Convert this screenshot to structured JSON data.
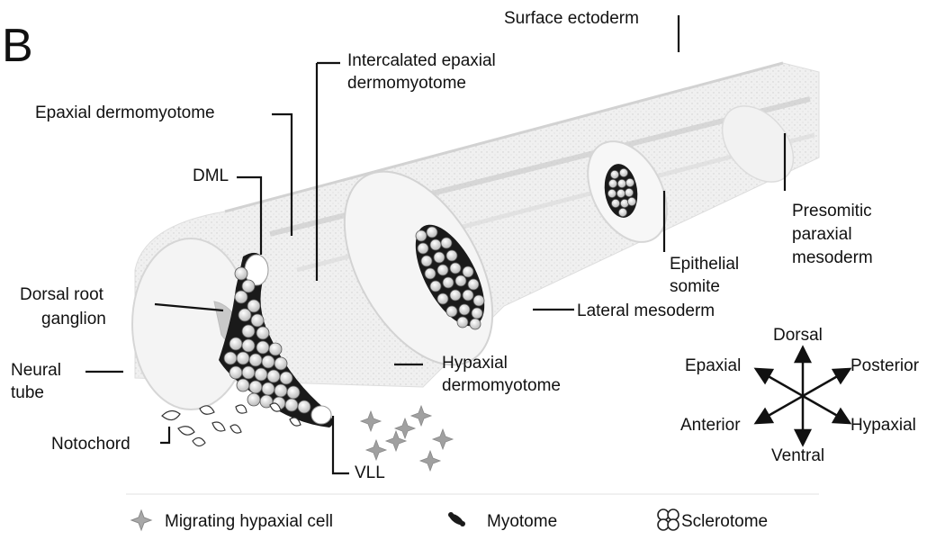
{
  "panel_label": "B",
  "labels": {
    "surface_ectoderm": "Surface ectoderm",
    "intercalated_line1": "Intercalated epaxial",
    "intercalated_line2": "dermomyotome",
    "epaxial_dermomyotome": "Epaxial dermomyotome",
    "dml": "DML",
    "dorsal_root_line1": "Dorsal root",
    "dorsal_root_line2": "ganglion",
    "neural_tube_line1": "Neural",
    "neural_tube_line2": "tube",
    "notochord": "Notochord",
    "vll": "VLL",
    "hypaxial_line1": "Hypaxial",
    "hypaxial_line2": "dermomyotome",
    "lateral_mesoderm": "Lateral mesoderm",
    "epithelial_line1": "Epithelial",
    "epithelial_line2": "somite",
    "presomitic_line1": "Presomitic",
    "presomitic_line2": "paraxial",
    "presomitic_line3": "mesoderm"
  },
  "compass": {
    "dorsal": "Dorsal",
    "epaxial": "Epaxial",
    "posterior": "Posterior",
    "anterior": "Anterior",
    "hypaxial": "Hypaxial",
    "ventral": "Ventral"
  },
  "legend": {
    "migrating": "Migrating hypaxial cell",
    "myotome": "Myotome",
    "sclerotome": "Sclerotome"
  },
  "colors": {
    "myotome": "#1a1a1a",
    "sclerotome_cell": "#f2f2f2",
    "tissue": "#ededed",
    "migrating_cell": "#9a9a9a"
  }
}
